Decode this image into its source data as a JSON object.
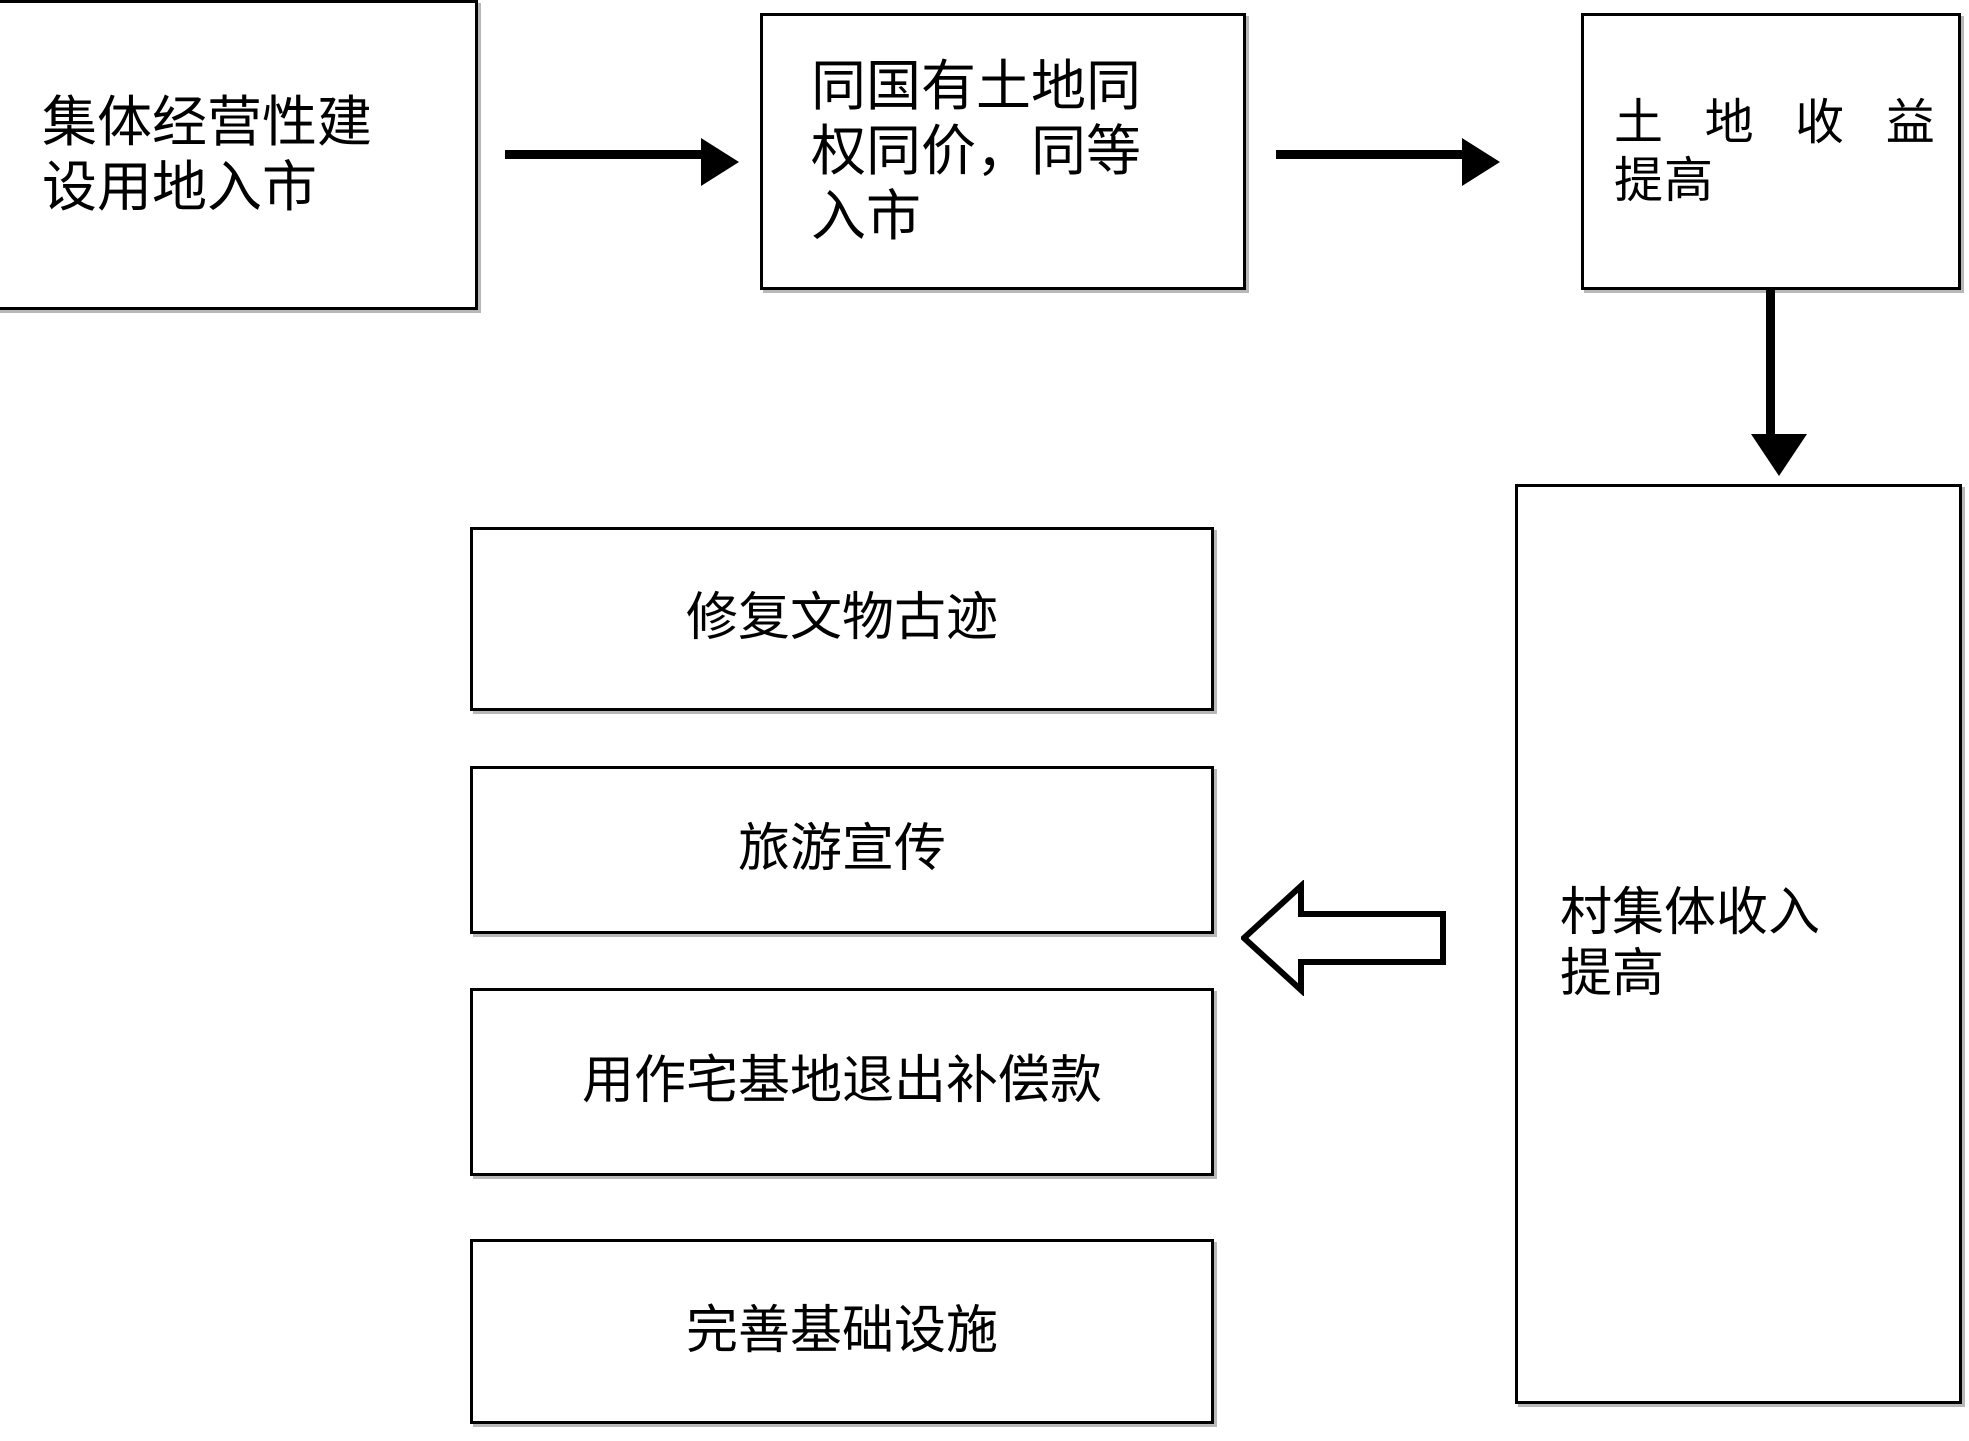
{
  "diagram": {
    "type": "flowchart",
    "background_color": "#ffffff",
    "line_color": "#000000",
    "nodes": {
      "market_entry": "集体经营性建\n设用地入市",
      "equal_rights": "同国有土地同\n权同价，同等\n入市",
      "land_revenue_line1": "土 地 收 益",
      "land_revenue_line2": "提高",
      "village_income": "村集体收入\n提高",
      "restore_relics": "修复文物古迹",
      "tourism_promotion": "旅游宣传",
      "homestead_compensation": "用作宅基地退出补偿款",
      "infrastructure": "完善基础设施"
    },
    "connectors": [
      {
        "name": "entry-to-rights",
        "style": "line-arrow",
        "direction": "right"
      },
      {
        "name": "rights-to-revenue",
        "style": "line-arrow",
        "direction": "right"
      },
      {
        "name": "revenue-to-village",
        "style": "line-arrow",
        "direction": "down"
      },
      {
        "name": "village-to-uses",
        "style": "block-arrow-outline",
        "direction": "left"
      }
    ]
  }
}
